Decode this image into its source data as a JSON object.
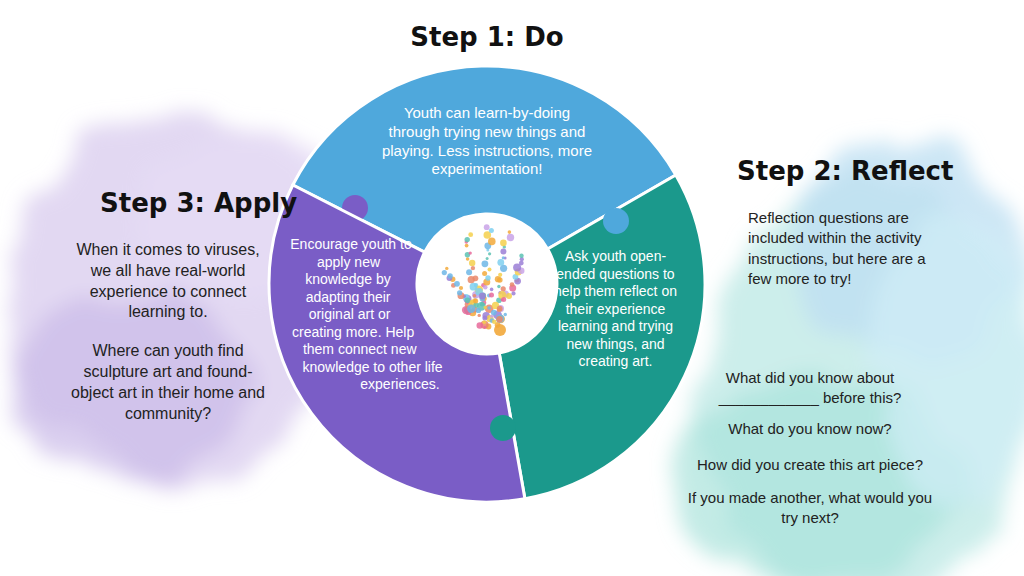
{
  "diagram": {
    "nodes": [
      {
        "text": [
          "Step 1: Do",
          "Youth can learn-by-doing through trying new things and playing. Less instructions, more experimentation!"
        ]
      },
      {
        "text": [
          "Step 2: Reflect",
          "Reflection questions are included within the activity instructions, but here are a few more to try!",
          "What did you know about ____________ before this?",
          "What do you know now?",
          "How did you create this art piece?",
          "If you made another, what would you try next?"
        ]
      },
      {
        "text": [
          "Ask youth open-ended questions to help them reflect on their experience learning and trying new things, and creating art."
        ]
      },
      {
        "text": [
          "Encourage youth to apply new knowledge by adapting their original art or creating more. Help them connect new knowledge to other life experiences."
        ]
      },
      {
        "text": [
          "Step 3: Apply",
          "When it comes to viruses, we all have real-world experience to connect learning to.",
          "Where can youth find sculpture art and found-object art in their home and community?"
        ]
      }
    ]
  }
}
